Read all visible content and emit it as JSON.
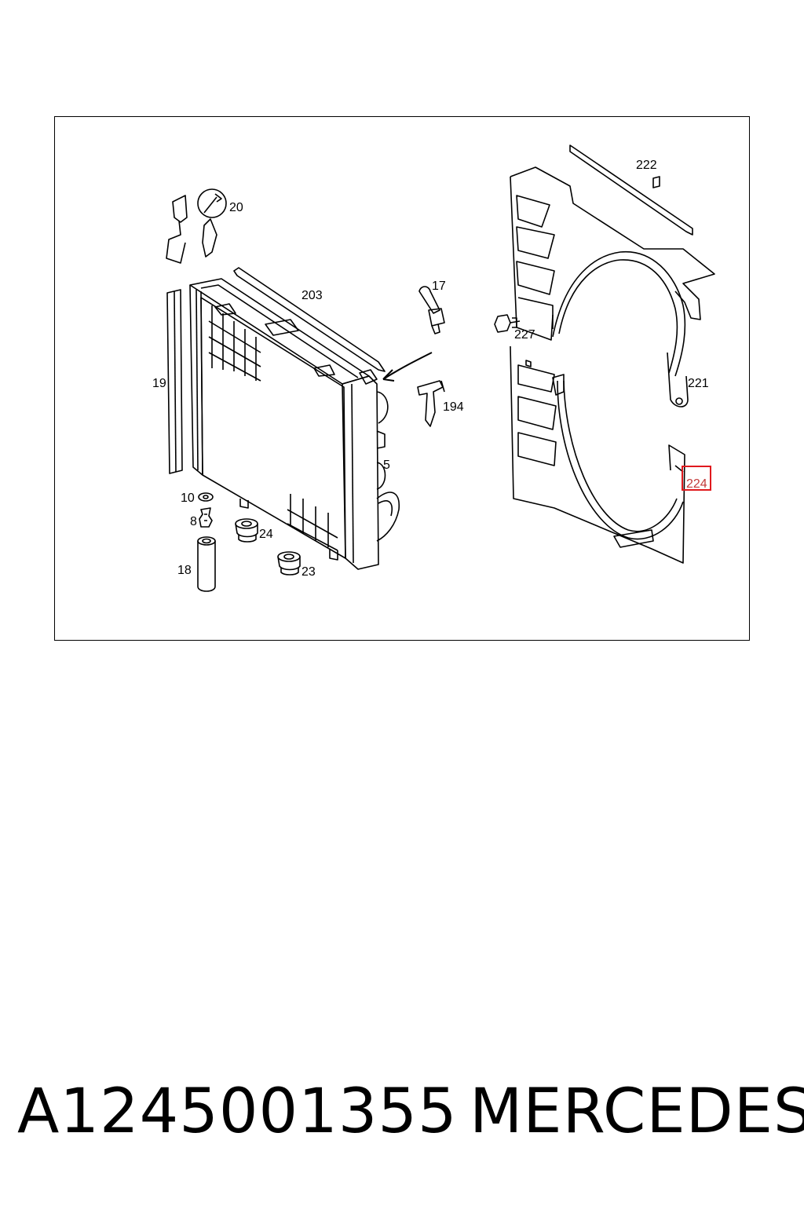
{
  "diagram": {
    "callouts": {
      "c20": "20",
      "c203": "203",
      "c17": "17",
      "c19": "19",
      "c194": "194",
      "c5": "5",
      "c10": "10",
      "c8": "8",
      "c24": "24",
      "c18": "18",
      "c23": "23",
      "c222": "222",
      "c227": "227",
      "c221": "221",
      "c224": "224"
    },
    "highlighted_callout": "224",
    "highlight_color": "#e0191e"
  },
  "caption": {
    "part_number": "A1245001355",
    "brand": "MERCEDES"
  }
}
